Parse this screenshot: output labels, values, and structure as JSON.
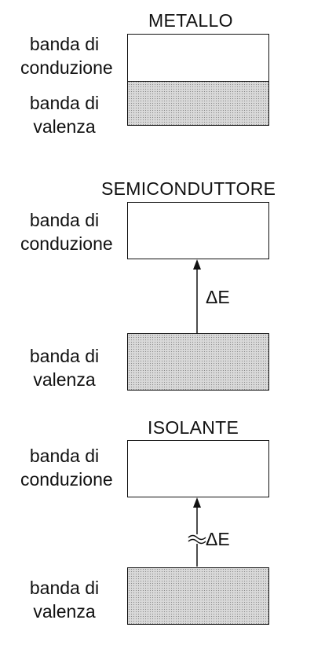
{
  "metal": {
    "title": "METALLO",
    "conduction_label_line1": "banda di",
    "conduction_label_line2": "conduzione",
    "valence_label_line1": "banda di",
    "valence_label_line2": "valenza"
  },
  "semiconductor": {
    "title": "SEMICONDUTTORE",
    "conduction_label_line1": "banda di",
    "conduction_label_line2": "conduzione",
    "valence_label_line1": "banda di",
    "valence_label_line2": "valenza",
    "gap_label": "ΔE"
  },
  "insulator": {
    "title": "ISOLANTE",
    "conduction_label_line1": "banda di",
    "conduction_label_line2": "conduzione",
    "valence_label_line1": "banda di",
    "valence_label_line2": "valenza",
    "gap_label": "ΔE"
  },
  "colors": {
    "line": "#111111",
    "valence_fill": "#d9d9d9",
    "conduction_fill": "#ffffff"
  }
}
